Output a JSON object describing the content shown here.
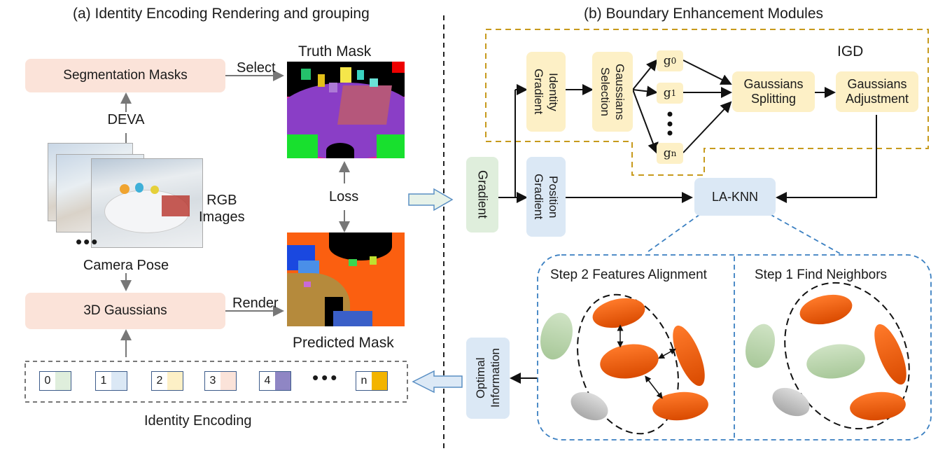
{
  "left": {
    "title": "(a) Identity Encoding Rendering and grouping",
    "segmentation_masks": "Segmentation Masks",
    "deva": "DEVA",
    "rgb_images": "RGB\nImages",
    "camera_pose": "Camera Pose",
    "gaussians_3d": "3D Gaussians",
    "select": "Select",
    "render": "Render",
    "truth_mask": "Truth Mask",
    "loss": "Loss",
    "predicted_mask": "Predicted Mask",
    "identity_encoding": "Identity Encoding",
    "encoding_cells": [
      {
        "num": "0",
        "color": "#dfeedc"
      },
      {
        "num": "1",
        "color": "#dbe8f5"
      },
      {
        "num": "2",
        "color": "#fdf0c6"
      },
      {
        "num": "3",
        "color": "#fbe3d9"
      },
      {
        "num": "4",
        "color": "#8f86c4"
      },
      {
        "num": "n",
        "color": "#f3b400"
      }
    ]
  },
  "right": {
    "title": "(b) Boundary Enhancement Modules",
    "igd": "IGD",
    "gradient": "Gradient",
    "identity_gradient": "Identity\nGradient",
    "position_gradient": "Position\nGradient",
    "gaussians_selection": "Gaussians\nSelection",
    "g0": "g",
    "g0_sub": "0",
    "g1": "g",
    "g1_sub": "1",
    "gn": "g",
    "gn_sub": "n",
    "gaussians_splitting": "Gaussians\nSplitting",
    "gaussians_adjustment": "Gaussians\nAdjustment",
    "la_knn": "LA-KNN",
    "step2": "Step 2 Features Alignment",
    "step1": "Step 1 Find Neighbors",
    "optimal_information": "Optimal\nInformation"
  },
  "colors": {
    "pink": "#fbe3d9",
    "yellow": "#fdf0c6",
    "blue": "#dbe8f5",
    "green": "#dfeedc",
    "orange": "#f15a0b",
    "igd_border": "#c79a1c",
    "knn_border": "#3a7fc1"
  }
}
